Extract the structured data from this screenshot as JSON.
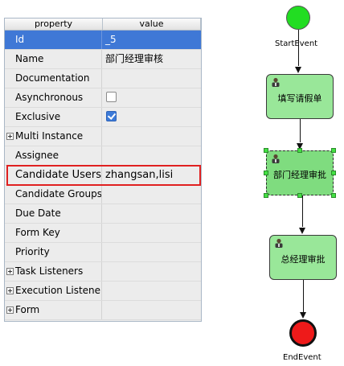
{
  "grid": {
    "header": {
      "col_property": "property",
      "col_value": "value"
    },
    "rows": [
      {
        "name": "Id",
        "value": "_5",
        "selected": true
      },
      {
        "name": "Name",
        "value": "部门经理审核"
      },
      {
        "name": "Documentation",
        "value": ""
      },
      {
        "name": "Asynchronous",
        "value": "",
        "checkbox": false
      },
      {
        "name": "Exclusive",
        "value": "",
        "checkbox": true
      },
      {
        "name": "Multi Instance",
        "value": "",
        "expandable": true
      },
      {
        "name": "Assignee",
        "value": ""
      },
      {
        "name": "Candidate Users",
        "value": "zhangsan,lisi",
        "highlighted": true
      },
      {
        "name": "Candidate Groups",
        "value": ""
      },
      {
        "name": "Due Date",
        "value": ""
      },
      {
        "name": "Form Key",
        "value": ""
      },
      {
        "name": "Priority",
        "value": ""
      },
      {
        "name": "Task Listeners",
        "value": "",
        "expandable": true
      },
      {
        "name": "Execution Listeners",
        "value": "",
        "expandable": true
      },
      {
        "name": "Form",
        "value": "",
        "expandable": true
      }
    ],
    "colors": {
      "selected_row": "#3f78d6",
      "highlight_border": "#e02020",
      "grid_bg": "#ececec"
    }
  },
  "diagram": {
    "start_event": {
      "label": "StartEvent",
      "color": "#22dd22"
    },
    "tasks": [
      {
        "label": "填写请假单",
        "icon": "user-icon"
      },
      {
        "label": "部门经理审批",
        "icon": "user-icon",
        "selected": true
      },
      {
        "label": "总经理审批",
        "icon": "user-icon"
      }
    ],
    "end_event": {
      "label": "EndEvent",
      "color": "#ee1a1a"
    },
    "colors": {
      "task_fill": "#99e799",
      "handle": "#44e044"
    }
  }
}
